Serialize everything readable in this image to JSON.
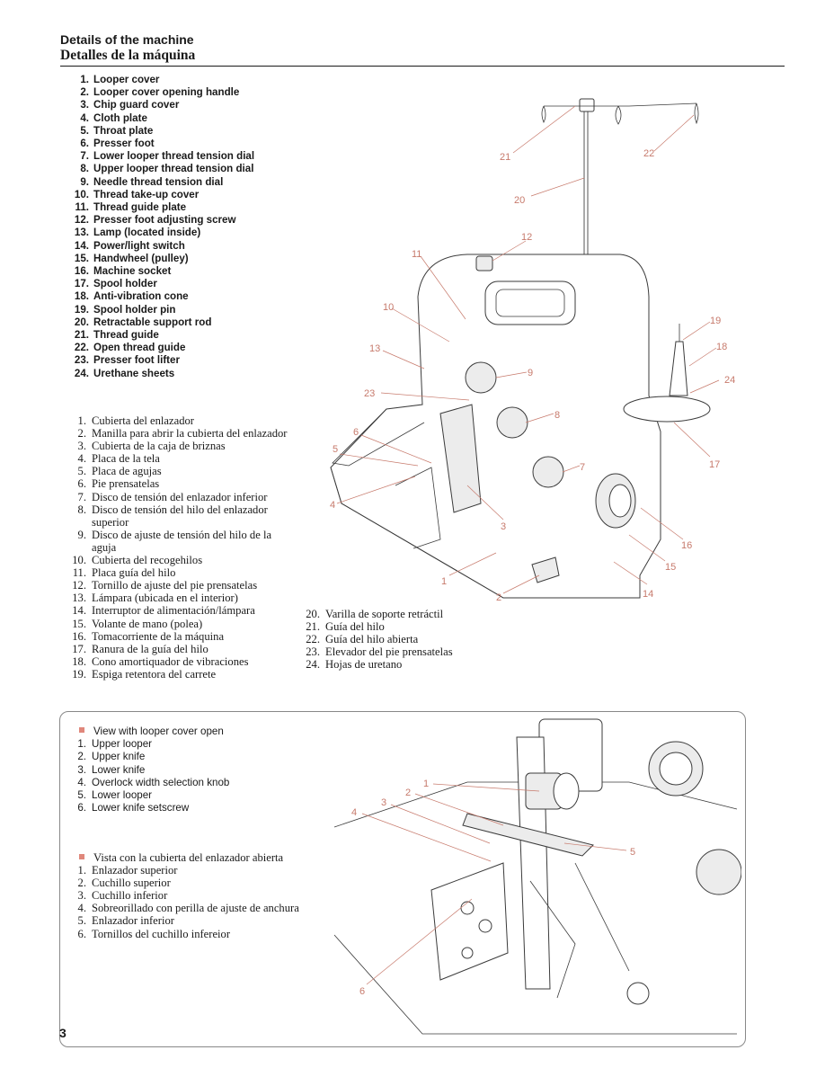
{
  "header": {
    "title_en": "Details of the machine",
    "title_es": "Detalles de la máquina"
  },
  "parts_en": [
    {
      "n": "1.",
      "t": "Looper cover"
    },
    {
      "n": "2.",
      "t": "Looper cover opening handle"
    },
    {
      "n": "3.",
      "t": "Chip guard cover"
    },
    {
      "n": "4.",
      "t": "Cloth plate"
    },
    {
      "n": "5.",
      "t": "Throat plate"
    },
    {
      "n": "6.",
      "t": "Presser foot"
    },
    {
      "n": "7.",
      "t": "Lower looper thread tension dial"
    },
    {
      "n": "8.",
      "t": "Upper looper thread tension dial"
    },
    {
      "n": "9.",
      "t": "Needle thread tension dial"
    },
    {
      "n": "10.",
      "t": "Thread take-up cover"
    },
    {
      "n": "11.",
      "t": "Thread guide plate"
    },
    {
      "n": "12.",
      "t": "Presser foot adjusting screw"
    },
    {
      "n": "13.",
      "t": "Lamp (located inside)"
    },
    {
      "n": "14.",
      "t": "Power/light switch"
    },
    {
      "n": "15.",
      "t": "Handwheel (pulley)"
    },
    {
      "n": "16.",
      "t": "Machine socket"
    },
    {
      "n": "17.",
      "t": "Spool holder"
    },
    {
      "n": "18.",
      "t": "Anti-vibration cone"
    },
    {
      "n": "19.",
      "t": "Spool holder pin"
    },
    {
      "n": "20.",
      "t": "Retractable support rod"
    },
    {
      "n": "21.",
      "t": "Thread guide"
    },
    {
      "n": "22.",
      "t": "Open thread guide"
    },
    {
      "n": "23.",
      "t": "Presser foot lifter"
    },
    {
      "n": "24.",
      "t": "Urethane sheets"
    }
  ],
  "parts_es": [
    {
      "n": "1.",
      "t": "Cubierta del enlazador"
    },
    {
      "n": "2.",
      "t": "Manilla para abrir la cubierta del enlazador"
    },
    {
      "n": "3.",
      "t": "Cubierta de la caja de briznas"
    },
    {
      "n": "4.",
      "t": "Placa de la tela"
    },
    {
      "n": "5.",
      "t": "Placa de agujas"
    },
    {
      "n": "6.",
      "t": "Pie prensatelas"
    },
    {
      "n": "7.",
      "t": "Disco de tensión del enlazador inferior"
    },
    {
      "n": "8.",
      "t": "Disco de tensión del hilo del enlazador",
      "t2": "superior"
    },
    {
      "n": "9.",
      "t": "Disco de ajuste de tensión del hilo de la",
      "t2": "aguja"
    },
    {
      "n": "10.",
      "t": "Cubierta del recogehilos"
    },
    {
      "n": "11.",
      "t": "Placa guía del hilo"
    },
    {
      "n": "12.",
      "t": "Tornillo de ajuste del pie prensatelas"
    },
    {
      "n": "13.",
      "t": "Lámpara (ubicada en el interior)"
    },
    {
      "n": "14.",
      "t": "Interruptor de alimentación/lámpara"
    },
    {
      "n": "15.",
      "t": "Volante de mano (polea)"
    },
    {
      "n": "16.",
      "t": "Tomacorriente de la máquina"
    },
    {
      "n": "17.",
      "t": "Ranura de la guía del hilo"
    },
    {
      "n": "18.",
      "t": "Cono amortiquador de vibraciones"
    },
    {
      "n": "19.",
      "t": "Espiga retentora del carrete"
    }
  ],
  "parts_es_2": [
    {
      "n": "20.",
      "t": "Varilla de soporte retráctil"
    },
    {
      "n": "21.",
      "t": "Guía del hilo"
    },
    {
      "n": "22.",
      "t": "Guía del hilo abierta"
    },
    {
      "n": "23.",
      "t": "Elevador del pie prensatelas"
    },
    {
      "n": "24.",
      "t": "Hojas de uretano"
    }
  ],
  "figure1_labels": [
    "1",
    "2",
    "3",
    "4",
    "5",
    "6",
    "7",
    "8",
    "9",
    "10",
    "11",
    "12",
    "13",
    "14",
    "15",
    "16",
    "17",
    "18",
    "19",
    "20",
    "21",
    "22",
    "23",
    "24"
  ],
  "looper_en": {
    "heading": "View with looper cover open",
    "items": [
      {
        "n": "1.",
        "t": "Upper looper"
      },
      {
        "n": "2.",
        "t": "Upper knife"
      },
      {
        "n": "3.",
        "t": "Lower knife"
      },
      {
        "n": "4.",
        "t": "Overlock width selection knob"
      },
      {
        "n": "5.",
        "t": "Lower looper"
      },
      {
        "n": "6.",
        "t": "Lower knife setscrew"
      }
    ]
  },
  "looper_es": {
    "heading": "Vista con la cubierta del enlazador abierta",
    "items": [
      {
        "n": "1.",
        "t": "Enlazador superior"
      },
      {
        "n": "2.",
        "t": "Cuchillo superior"
      },
      {
        "n": "3.",
        "t": "Cuchillo inferior"
      },
      {
        "n": "4.",
        "t": "Sobreorillado con perilla de ajuste de anchura"
      },
      {
        "n": "5.",
        "t": "Enlazador inferior"
      },
      {
        "n": "6.",
        "t": "Tornillos del cuchillo infereior"
      }
    ]
  },
  "figure2_labels": [
    "1",
    "2",
    "3",
    "4",
    "5",
    "6"
  ],
  "page_number": "3",
  "colors": {
    "callout": "#c77a6c",
    "bullet": "#e0877b",
    "ink": "#1a1a1a"
  }
}
